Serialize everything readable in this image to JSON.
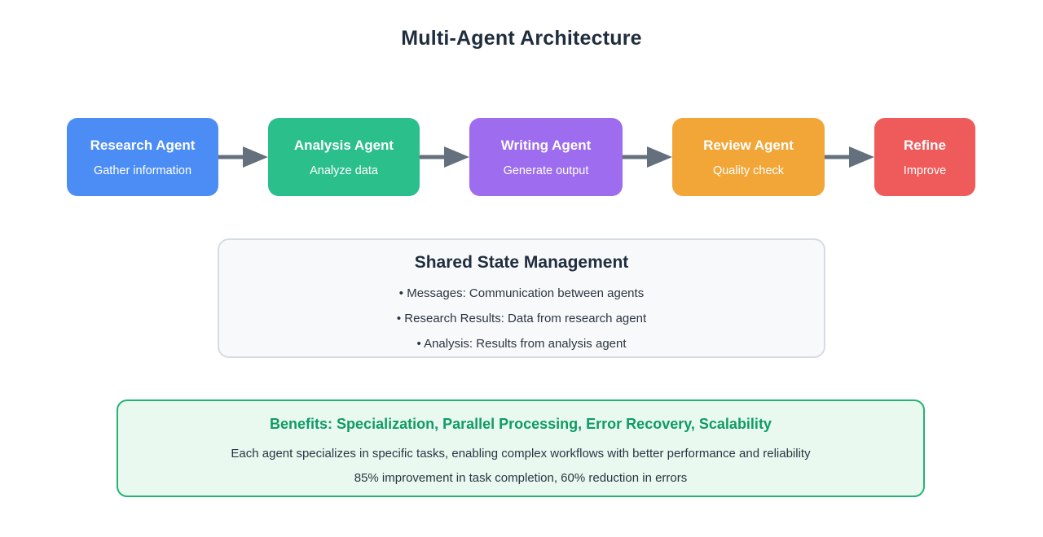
{
  "title": "Multi-Agent Architecture",
  "agents": [
    {
      "name": "Research Agent",
      "task": "Gather information",
      "color": "#4c8df5"
    },
    {
      "name": "Analysis Agent",
      "task": "Analyze data",
      "color": "#2bbf8c"
    },
    {
      "name": "Writing Agent",
      "task": "Generate output",
      "color": "#9d6cef"
    },
    {
      "name": "Review Agent",
      "task": "Quality check",
      "color": "#f1a637"
    },
    {
      "name": "Refine",
      "task": "Improve",
      "color": "#ef5a5a"
    }
  ],
  "shared_state": {
    "title": "Shared State Management",
    "items": [
      "• Messages: Communication between agents",
      "• Research Results: Data from research agent",
      "• Analysis: Results from analysis agent"
    ]
  },
  "benefits": {
    "title": "Benefits: Specialization, Parallel Processing, Error Recovery, Scalability",
    "lines": [
      "Each agent specializes in specific tasks, enabling complex workflows with better performance and reliability",
      "85% improvement in task completion, 60% reduction in errors"
    ]
  },
  "colors": {
    "title_ink": "#1f2d3d",
    "body_ink": "#2b3542",
    "arrow": "#65707e",
    "shared_panel_bg": "#f8f9fb",
    "shared_panel_border": "#d7dbe2",
    "benefits_bg": "#e9f9f0",
    "benefits_border": "#24b373",
    "benefits_title": "#0f9c63"
  }
}
